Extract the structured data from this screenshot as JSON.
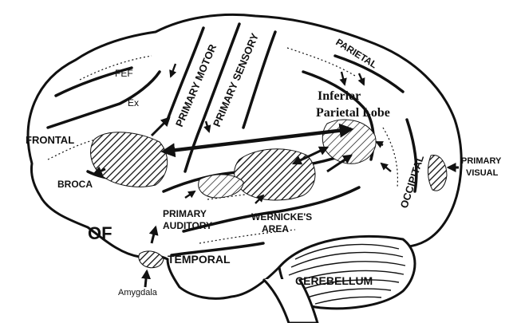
{
  "labels": {
    "fef": "FEF",
    "ex": "Ex",
    "primary_motor": "PRIMARY MOTOR",
    "primary_sensory": "PRIMARY SENSORY",
    "parietal": "PARIETAL",
    "inferior_parietal_1": "Inferior",
    "inferior_parietal_2": "Parietal Lobe",
    "frontal": "FRONTAL",
    "broca": "BROCA",
    "of": "OF",
    "occipital": "OCCIPITAL",
    "primary_visual_1": "PRIMARY",
    "primary_visual_2": "VISUAL",
    "primary_auditory_1": "PRIMARY",
    "primary_auditory_2": "AUDITORY",
    "wernicke_1": "WERNICKE'S",
    "wernicke_2": "AREA",
    "temporal": "TEMPORAL",
    "amygdala": "Amygdala",
    "cerebellum": "CEREBELLUM"
  },
  "colors": {
    "ink": "#111111",
    "paper": "#ffffff"
  }
}
